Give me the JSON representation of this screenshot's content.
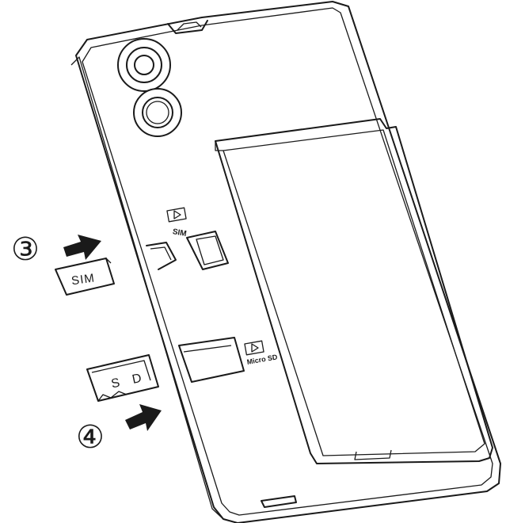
{
  "diagram": {
    "slot_labels": {
      "sim": "SIM",
      "micro_sd": "Micro SD"
    },
    "cards": {
      "sim": "SIM",
      "sd": "S D"
    },
    "steps": {
      "sim_step": "③",
      "sd_step": "④"
    }
  }
}
